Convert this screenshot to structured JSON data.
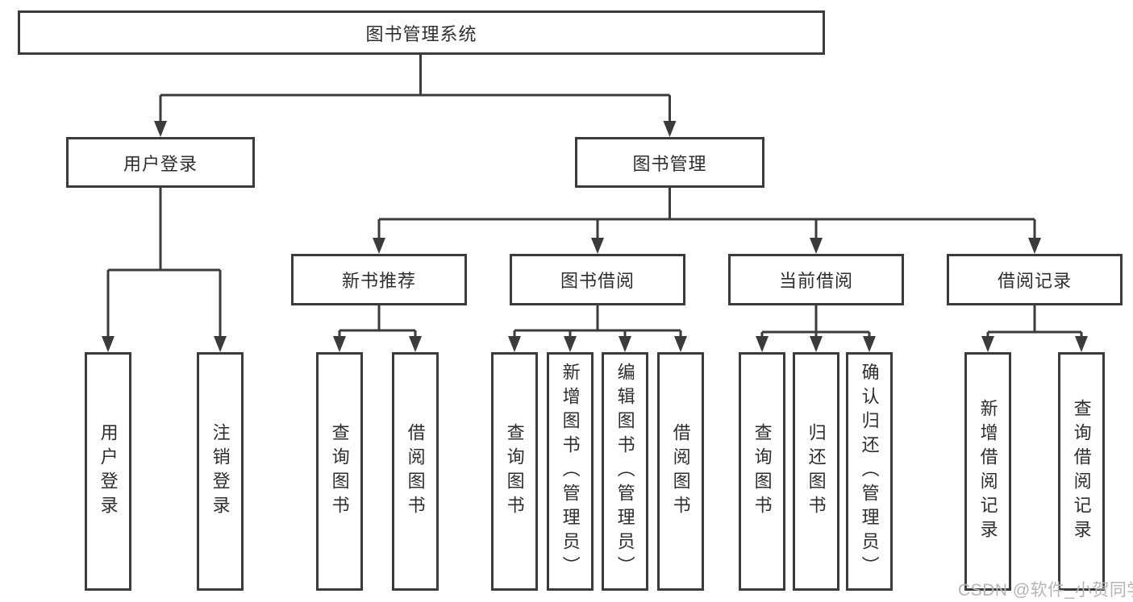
{
  "diagram": {
    "title": "图书管理系统",
    "user_login": {
      "label": "用户登录",
      "items": [
        "用户登录",
        "注销登录"
      ]
    },
    "book_mgmt": {
      "label": "图书管理",
      "new_books": {
        "label": "新书推荐",
        "items": [
          "查询图书",
          "借阅图书"
        ]
      },
      "borrowing": {
        "label": "图书借阅",
        "items": [
          "查询图书",
          "新增图书（管理员）",
          "编辑图书（管理员）",
          "借阅图书"
        ]
      },
      "current": {
        "label": "当前借阅",
        "items": [
          "查询图书",
          "归还图书",
          "确认归还（管理员）"
        ]
      },
      "records": {
        "label": "借阅记录",
        "items": [
          "新增借阅记录",
          "查询借阅记录"
        ]
      }
    },
    "watermark": "CSDN @软件_小贺同学",
    "colors": {
      "line": "#3b3b3b",
      "text": "#2e2e2e",
      "watermark": "#b5b5b5",
      "background": "#ffffff"
    }
  }
}
